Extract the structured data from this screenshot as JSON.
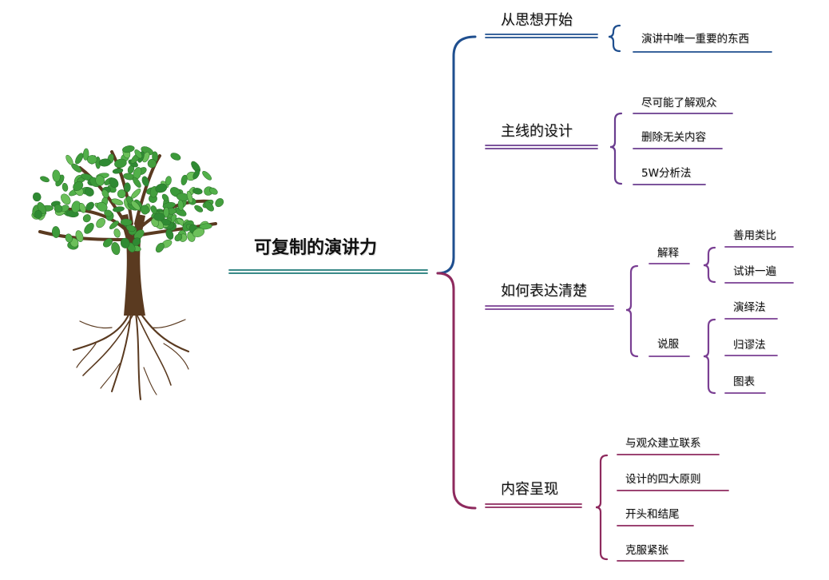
{
  "colors": {
    "root": "#1f7a78",
    "blue": "#1f4f8f",
    "purple": "#6a3d8f",
    "violet": "#7a3f93",
    "magenta": "#8e2a5e",
    "trunk": "#5a3a20",
    "leaf": "#3c9a3a"
  },
  "tree_icon": "tree-with-roots-icon",
  "root": {
    "label": "可复制的演讲力"
  },
  "branches": [
    {
      "label": "从思想开始",
      "children": [
        "演讲中唯一重要的东西"
      ]
    },
    {
      "label": "主线的设计",
      "children": [
        "尽可能了解观众",
        "删除无关内容",
        "5W分析法"
      ]
    },
    {
      "label": "如何表达清楚",
      "groups": [
        {
          "label": "解释",
          "children": [
            "善用类比",
            "试讲一遍"
          ]
        },
        {
          "label": "说服",
          "children": [
            "演绎法",
            "归谬法",
            "图表"
          ]
        }
      ]
    },
    {
      "label": "内容呈现",
      "children": [
        "与观众建立联系",
        "设计的四大原则",
        "开头和结尾",
        "克服紧张"
      ]
    }
  ]
}
